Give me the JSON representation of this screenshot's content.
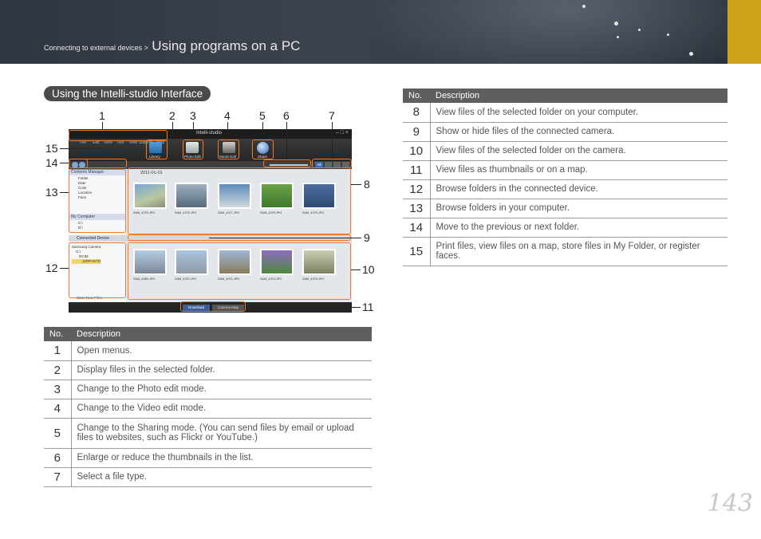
{
  "header": {
    "breadcrumb_small": "Connecting to external devices >",
    "breadcrumb_big": "Using programs on a PC"
  },
  "section_title": "Using the Intelli-studio Interface",
  "screenshot": {
    "app_title": "Intelli-studio",
    "menu_items": [
      "File",
      "Edit",
      "View",
      "Tool",
      "Web Support",
      "Help"
    ],
    "mode_labels": [
      "Library",
      "Photo Edit",
      "Movie Edit",
      "Share"
    ],
    "filter_buttons": [
      "All"
    ],
    "date_label": "2011-01-01",
    "left_panel": {
      "contents_manager": "Contents Manager",
      "tree": [
        "Folder",
        "Date",
        "Color",
        "Location",
        "Face"
      ],
      "my_computer": "My Computer",
      "drives": [
        "C:\\",
        "D:\\"
      ],
      "connected_device": "Connected Device",
      "device_tree": [
        "Samsung Camera",
        "G:\\",
        "DCIM",
        "100PHOTO"
      ],
      "store_files": "Store New Files"
    },
    "top_thumbs": [
      "SAM_4376.JPG",
      "SAM_4376.JPG",
      "SAM_4377.JPG",
      "SAM_4378.JPG",
      "SAM_4379.JPG"
    ],
    "bottom_thumbs": [
      "SAM_4369.JPG",
      "SAM_4370.JPG",
      "SAM_4371.JPG",
      "SAM_4374.JPG",
      "SAM_4375.JPG"
    ],
    "bottom_tabs": [
      "Download",
      "Camera Map"
    ]
  },
  "callouts_top": [
    "1",
    "2",
    "3",
    "4",
    "5",
    "6",
    "7"
  ],
  "callouts_left": [
    "15",
    "14",
    "13",
    "12"
  ],
  "callouts_right": [
    "8",
    "9",
    "10",
    "11"
  ],
  "table_left": {
    "headers": [
      "No.",
      "Description"
    ],
    "rows": [
      {
        "no": "1",
        "desc": "Open menus."
      },
      {
        "no": "2",
        "desc": "Display files in the selected folder."
      },
      {
        "no": "3",
        "desc": "Change to the Photo edit mode."
      },
      {
        "no": "4",
        "desc": "Change to the Video edit mode."
      },
      {
        "no": "5",
        "desc": "Change to the Sharing mode. (You can send files by email or upload files to websites, such as Flickr or YouTube.)"
      },
      {
        "no": "6",
        "desc": "Enlarge or reduce the thumbnails in the list."
      },
      {
        "no": "7",
        "desc": "Select a file type."
      }
    ]
  },
  "table_right": {
    "headers": [
      "No.",
      "Description"
    ],
    "rows": [
      {
        "no": "8",
        "desc": "View files of the selected folder on your computer."
      },
      {
        "no": "9",
        "desc": "Show or hide files of the connected camera."
      },
      {
        "no": "10",
        "desc": "View files of the selected folder on the camera."
      },
      {
        "no": "11",
        "desc": "View files as thumbnails or on a map."
      },
      {
        "no": "12",
        "desc": "Browse folders in the connected device."
      },
      {
        "no": "13",
        "desc": "Browse folders in your computer."
      },
      {
        "no": "14",
        "desc": "Move to the previous or next folder."
      },
      {
        "no": "15",
        "desc": "Print files, view files on a map, store files in My Folder, or register faces."
      }
    ]
  },
  "page_number": "143",
  "colors": {
    "accent": "#cfa21b",
    "annotation": "#f07a2a",
    "table_header": "#5f5f5f"
  }
}
